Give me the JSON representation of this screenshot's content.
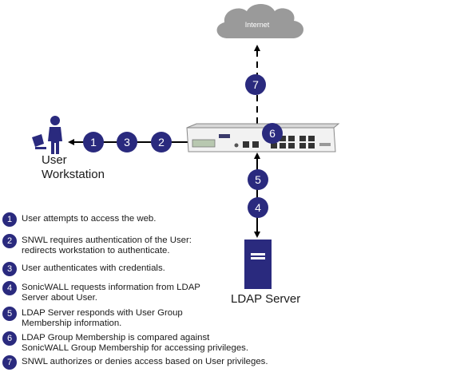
{
  "diagram": {
    "internet_label": "Internet",
    "user_label_line1": "User",
    "user_label_line2": "Workstation",
    "ldap_server_label": "LDAP Server",
    "badges": {
      "b1": "1",
      "b2": "2",
      "b3": "3",
      "b4": "4",
      "b5": "5",
      "b6": "6",
      "b7": "7"
    },
    "colors": {
      "badge_fill": "#2a2a7e",
      "user_icon": "#2a2a7e",
      "server_fill": "#2a2a7e",
      "cloud_fill": "#9a9a9a",
      "line": "#000000"
    }
  },
  "legend": {
    "items": [
      {
        "num": "1",
        "text": "User attempts to access the web."
      },
      {
        "num": "2",
        "text": "SNWL requires authentication of the User:\nredirects workstation to authenticate."
      },
      {
        "num": "3",
        "text": "User authenticates with credentials."
      },
      {
        "num": "4",
        "text": "SonicWALL requests information from LDAP\nServer about User."
      },
      {
        "num": "5",
        "text": "LDAP Server responds with User Group\nMembership information."
      },
      {
        "num": "6",
        "text": "LDAP Group Membership is compared against\nSonicWALL Group Membership for accessing privileges."
      },
      {
        "num": "7",
        "text": "SNWL authorizes or denies access based on User privileges."
      }
    ]
  }
}
